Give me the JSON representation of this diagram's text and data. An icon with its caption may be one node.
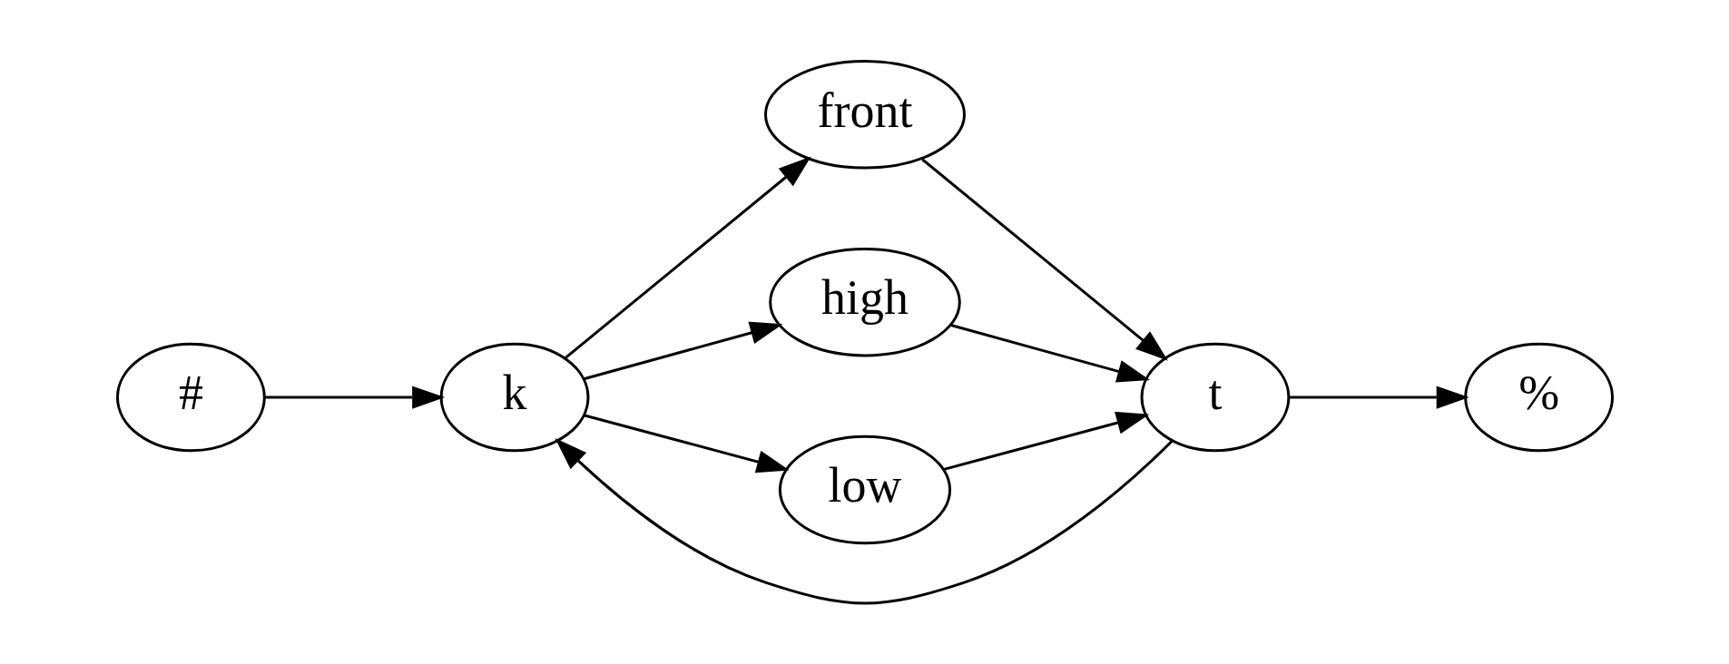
{
  "diagram": {
    "nodes": [
      {
        "text": [
          "#"
        ]
      },
      {
        "text": [
          "k"
        ]
      },
      {
        "text": [
          "front"
        ]
      },
      {
        "text": [
          "high"
        ]
      },
      {
        "text": [
          "low"
        ]
      },
      {
        "text": [
          "t"
        ]
      },
      {
        "text": [
          "%"
        ]
      }
    ],
    "edges": [
      {
        "from": 0,
        "to": 1,
        "arrow": "to"
      },
      {
        "from": 1,
        "to": 2,
        "arrow": "to"
      },
      {
        "from": 1,
        "to": 3,
        "arrow": "to"
      },
      {
        "from": 1,
        "to": 4,
        "arrow": "to"
      },
      {
        "from": 2,
        "to": 5,
        "arrow": "to"
      },
      {
        "from": 3,
        "to": 5,
        "arrow": "to"
      },
      {
        "from": 4,
        "to": 5,
        "arrow": "to"
      },
      {
        "from": 5,
        "to": 6,
        "arrow": "to"
      },
      {
        "from": 5,
        "to": 1,
        "arrow": "to"
      }
    ]
  }
}
